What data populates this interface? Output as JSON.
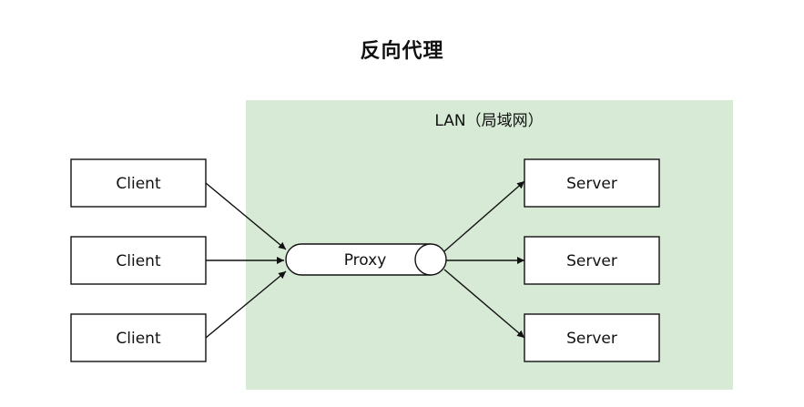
{
  "title": "反向代理",
  "lan": {
    "label": "LAN（局域网）",
    "fill": "#d6ead5"
  },
  "clients": [
    "Client",
    "Client",
    "Client"
  ],
  "proxy": {
    "label": "Proxy"
  },
  "servers": [
    "Server",
    "Server",
    "Server"
  ]
}
